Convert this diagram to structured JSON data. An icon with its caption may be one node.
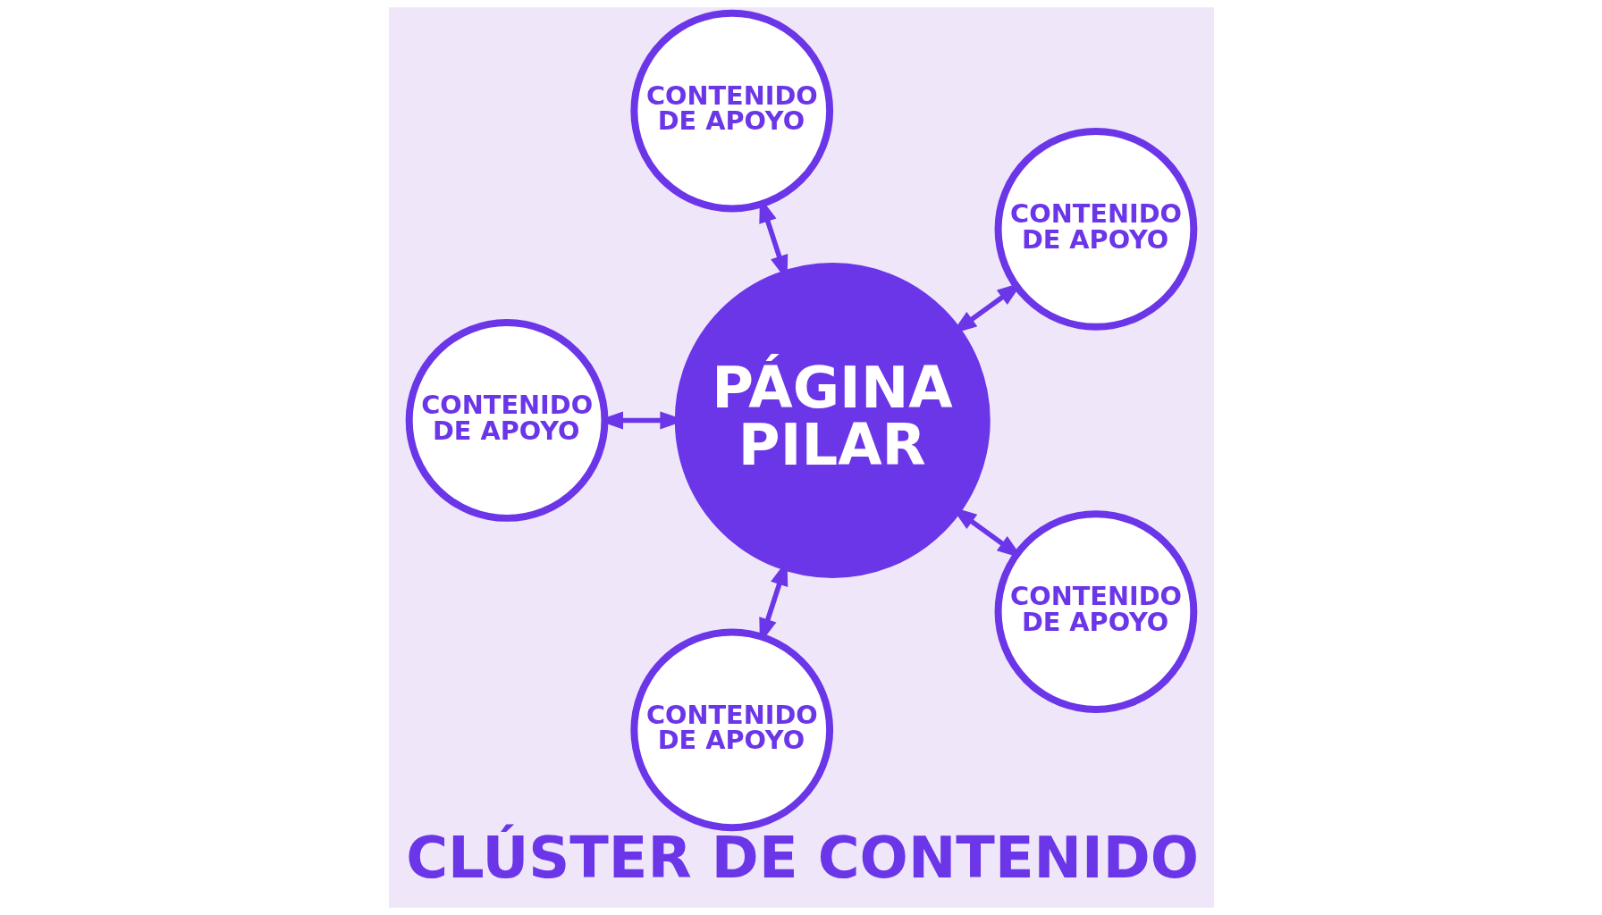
{
  "diagram": {
    "caption": "CLÚSTER DE CONTENIDO",
    "nodes": [
      {
        "text": [
          "CONTENIDO DE APOYO"
        ]
      },
      {
        "text": [
          "CONTENIDO DE APOYO"
        ]
      },
      {
        "text": [
          "CONTENIDO DE APOYO"
        ]
      },
      {
        "text": [
          "PÁGINA PILAR"
        ]
      },
      {
        "text": [
          "CONTENIDO DE APOYO"
        ]
      },
      {
        "text": [
          "CONTENIDO DE APOYO"
        ]
      }
    ],
    "edges": [
      {
        "from": 3,
        "to": 0,
        "arrow": "both"
      },
      {
        "from": 3,
        "to": 1,
        "arrow": "both"
      },
      {
        "from": 3,
        "to": 2,
        "arrow": "both"
      },
      {
        "from": 3,
        "to": 4,
        "arrow": "both"
      },
      {
        "from": 3,
        "to": 5,
        "arrow": "both"
      }
    ]
  }
}
